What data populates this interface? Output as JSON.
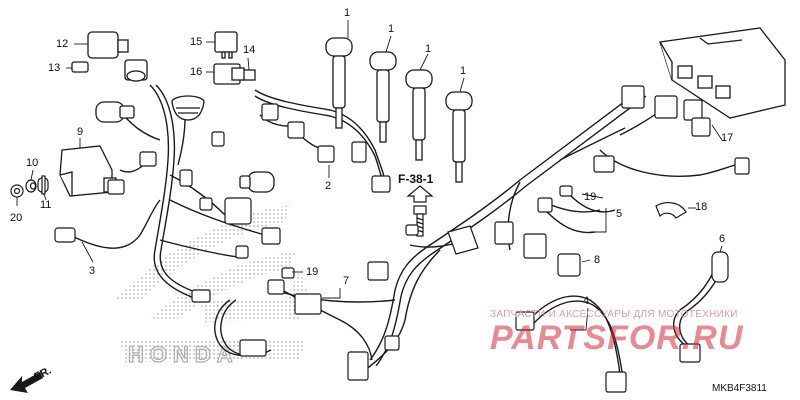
{
  "diagram_code": "MKB4F3811",
  "reference": "F-38-1",
  "direction": "FR.",
  "logo_text": "HONDA",
  "watermark": {
    "subtitle": "ЗАПЧАСТИ И АКСЕССУАРЫ ДЛЯ МОТОТЕХНИКИ",
    "site": "PARTSFOR.RU"
  },
  "callouts": {
    "c1a": "1",
    "c1b": "1",
    "c1c": "1",
    "c1d": "1",
    "c2": "2",
    "c3": "3",
    "c4": "4",
    "c5": "5",
    "c6": "6",
    "c7": "7",
    "c8": "8",
    "c9": "9",
    "c10": "10",
    "c11": "11",
    "c12": "12",
    "c13": "13",
    "c14": "14",
    "c15": "15",
    "c16": "16",
    "c17": "17",
    "c18": "18",
    "c19a": "19",
    "c19b": "19",
    "c20": "20"
  },
  "colors": {
    "line": "#1a1a1a",
    "watermark": "#d72837",
    "logo_dots": "#b0b0b0"
  }
}
